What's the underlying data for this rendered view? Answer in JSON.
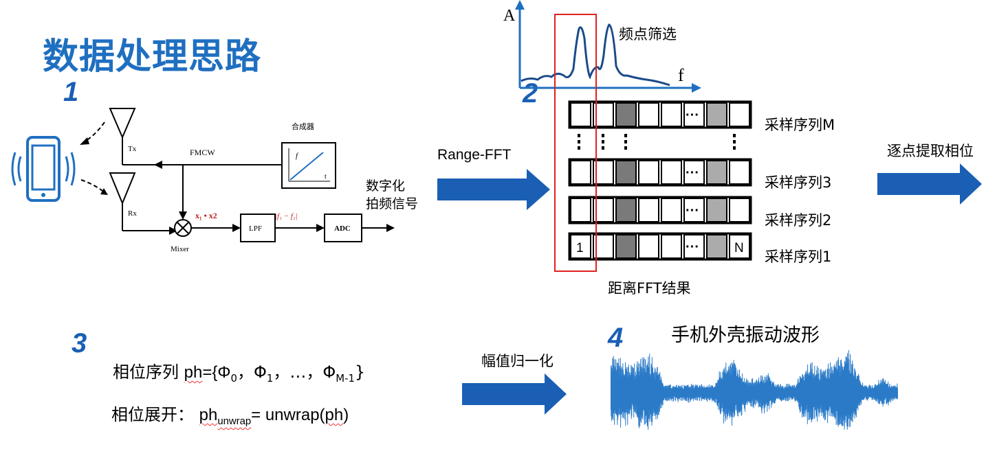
{
  "title": "数据处理思路",
  "steps": [
    "1",
    "2",
    "3",
    "4"
  ],
  "circuit": {
    "synth_label": "合成器",
    "synth_f": "f",
    "synth_t": "t",
    "fmcw": "FMCW",
    "tx": "Tx",
    "rx": "Rx",
    "mixer": "Mixer",
    "product": "x₁ • x2",
    "lpf": "LPF",
    "freq_diff": "|f₁ − f₂|",
    "adc": "ADC",
    "digital_line1": "数字化",
    "digital_line2": "拍频信号"
  },
  "arrows": {
    "range_fft": "Range-FFT",
    "extract_phase": "逐点提取相位",
    "normalize": "幅值归一化"
  },
  "spectrum": {
    "axis_y": "A",
    "axis_x": "f",
    "caption": "频点筛选"
  },
  "matrix": {
    "rows": [
      "采样序列M",
      "采样序列3",
      "采样序列2",
      "采样序列1"
    ],
    "first_cell": "1",
    "last_cell": "N",
    "ellipsis": "···",
    "caption": "距离FFT结果"
  },
  "phase": {
    "seq_label": "相位序列 ",
    "seq_var": "ph",
    "seq_expr": "={Φ",
    "sub0": "0",
    "sep1": "，Φ",
    "sub1": "1",
    "sep2": "，…，Φ",
    "subM": "M-1",
    "close": "}",
    "unwrap_label": "相位展开：  ",
    "unwrap_var": "ph",
    "unwrap_sub": "unwrap",
    "unwrap_expr": "= unwrap(",
    "unwrap_arg": "ph",
    "unwrap_close": ")"
  },
  "waveform": {
    "caption": "手机外壳振动波形"
  },
  "colors": {
    "accent": "#1f6fc0",
    "arrow_blue": "#1a5fb4",
    "wave_blue": "#2a7ac8",
    "red": "#e02020",
    "dark_cell": "#7a7a7a",
    "light_cell": "#ababab"
  }
}
